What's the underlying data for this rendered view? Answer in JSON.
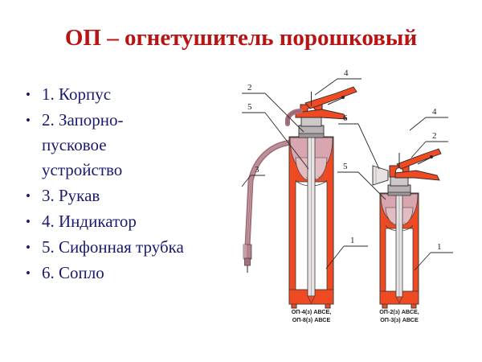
{
  "slide": {
    "background_color": "#ffffff",
    "title": "ОП – огнетушитель порошковый",
    "title_color": "#b81414"
  },
  "bullet_list": {
    "bullet_glyph": "•",
    "text_color": "#1a1a6e",
    "items": [
      {
        "number": "1.",
        "label": "Корпус",
        "line1": "1. Корпус",
        "line2": "",
        "line3": ""
      },
      {
        "number": "2.",
        "label": "Запорно-пусковое устройство",
        "line1": "2. Запорно-",
        "line2": "пусковое",
        "line3": "устройство"
      },
      {
        "number": "3.",
        "label": "Рукав",
        "line1": "3. Рукав",
        "line2": "",
        "line3": ""
      },
      {
        "number": "4.",
        "label": "Индикатор",
        "line1": "4. Индикатор",
        "line2": "",
        "line3": ""
      },
      {
        "number": "5.",
        "label": "Сифонная трубка",
        "line1": "5. Сифонная трубка",
        "line2": "",
        "line3": ""
      },
      {
        "number": "6.",
        "label": "Сопло",
        "line1": "6. Сопло",
        "line2": "",
        "line3": ""
      }
    ]
  },
  "diagram": {
    "colors": {
      "body_red": "#f04a23",
      "body_red_dark": "#d6381a",
      "powder_pink": "#d9a6af",
      "powder_pink_light": "#e3bcc2",
      "hose_mauve": "#a8707c",
      "hose_mauve_light": "#c2949c",
      "metal_gray": "#b9b2b4",
      "outline": "#2a2a2a",
      "interior_white": "#ffffff"
    },
    "left_unit": {
      "caption_line1": "ОП-4(з) АВСЕ,",
      "caption_line2": "ОП-8(з) АВСЕ",
      "callouts": [
        {
          "id": "2",
          "label": "2"
        },
        {
          "id": "5",
          "label": "5"
        },
        {
          "id": "4",
          "label": "4"
        },
        {
          "id": "3",
          "label": "3"
        },
        {
          "id": "1",
          "label": "1"
        }
      ]
    },
    "right_unit": {
      "caption_line1": "ОП-2(з) АВСЕ,",
      "caption_line2": "ОП-3(з) АВСЕ",
      "callouts": [
        {
          "id": "6",
          "label": "6"
        },
        {
          "id": "4",
          "label": "4"
        },
        {
          "id": "2",
          "label": "2"
        },
        {
          "id": "5",
          "label": "5"
        },
        {
          "id": "1",
          "label": "1"
        }
      ]
    }
  }
}
